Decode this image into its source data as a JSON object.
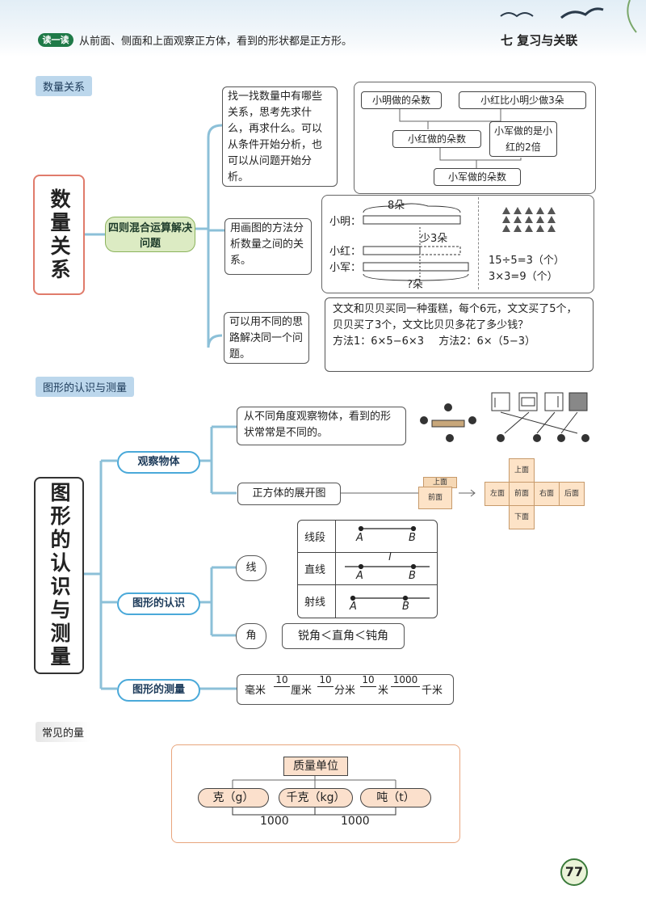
{
  "header": {
    "read_badge": "读一读",
    "read_text": "从前面、侧面和上面观察正方体，看到的形状都是正方形。",
    "chapter": "七 复习与关联"
  },
  "section1": {
    "tag": "数量关系",
    "title": "数量关系",
    "node": "四则混合运算解决问题",
    "branch1": {
      "note": "找一找数量中有哪些关系，思考先求什么，再求什么。可以从条件开始分析，也可以从问题开始分析。",
      "boxes": [
        "小明做的朵数",
        "小红比小明少做3朵",
        "小红做的朵数",
        "小军做的是小红的2倍",
        "小军做的朵数"
      ]
    },
    "branch2": {
      "note": "用画图的方法分析数量之间的关系。",
      "label_8": "8朵",
      "label_ming": "小明：",
      "label_hong": "小红：",
      "label_jun": "小军：",
      "label_less3": "少3朵",
      "label_q": "?朵",
      "eq1": "15÷5=3（个）",
      "eq2": "3×3=9（个）"
    },
    "branch3": {
      "note": "可以用不同的思路解决同一个问题。",
      "problem": "文文和贝贝买同一种蛋糕，每个6元，文文买了5个，贝贝买了3个，文文比贝贝多花了多少钱？",
      "method1": "方法1：6×5−6×3",
      "method2": "方法2：6×（5−3）"
    }
  },
  "section2": {
    "tag": "图形的认识与测量",
    "title": "图形的认识与测量",
    "observe": {
      "node": "观察物体",
      "note": "从不同角度观察物体，看到的形状常常是不同的。",
      "unfold": "正方体的展开图",
      "cube_top": "上面",
      "cube_front": "前面",
      "net": [
        "上面",
        "左面",
        "前面",
        "右面",
        "后面",
        "下面"
      ]
    },
    "shape": {
      "node": "图形的认识",
      "line": "线",
      "rows": [
        {
          "name": "线段",
          "a": "A",
          "b": "B",
          "l": ""
        },
        {
          "name": "直线",
          "a": "A",
          "b": "B",
          "l": "l"
        },
        {
          "name": "射线",
          "a": "A",
          "b": "B",
          "l": ""
        }
      ],
      "angle": "角",
      "angle_order": "锐角＜直角＜钝角"
    },
    "measure": {
      "node": "图形的测量",
      "units": [
        "毫米",
        "厘米",
        "分米",
        "米",
        "千米"
      ],
      "rates": [
        "10",
        "10",
        "10",
        "1000"
      ]
    }
  },
  "section3": {
    "tag": "常见的量",
    "root": "质量单位",
    "units": [
      "克（g）",
      "千克（kg）",
      "吨（t）"
    ],
    "rates": [
      "1000",
      "1000"
    ]
  },
  "page_number": "77",
  "colors": {
    "accent": "#4aa9d9",
    "tag_bg": "#bcd7ec",
    "title_border": "#e07b6b",
    "unit_fill": "#fbe0cc"
  }
}
